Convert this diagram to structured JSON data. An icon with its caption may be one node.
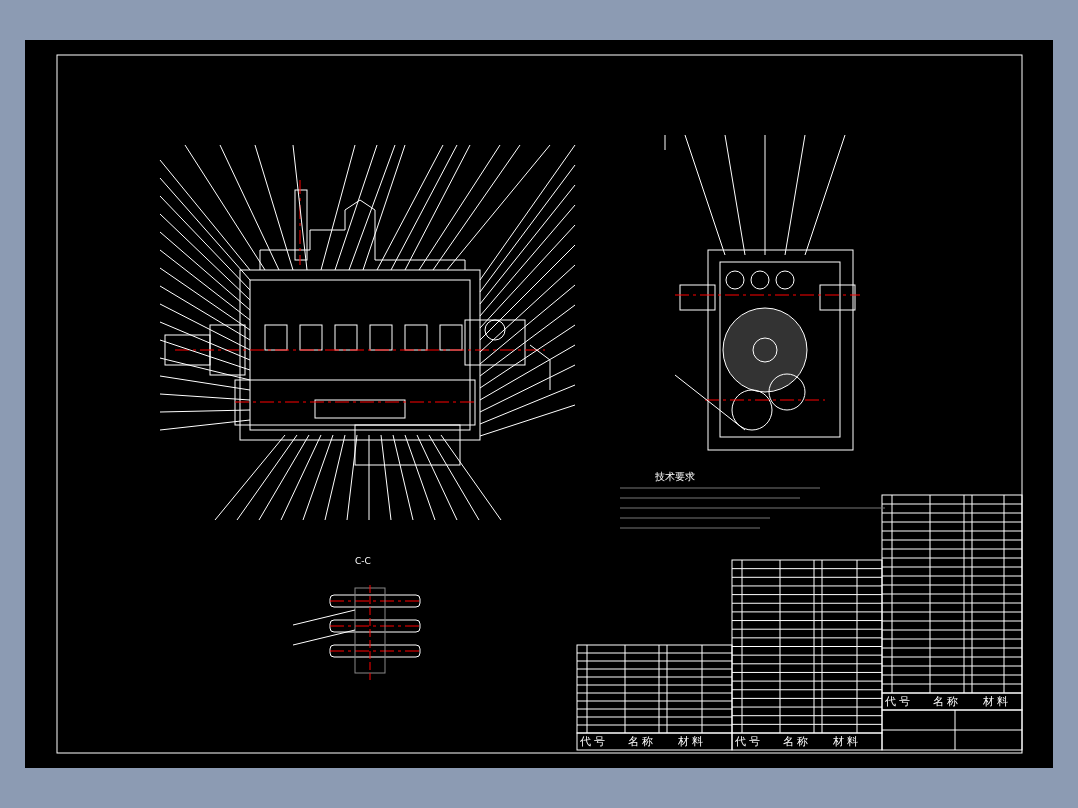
{
  "diagram": {
    "labels": [
      "C-C",
      "技术要求",
      "代 号",
      "名 称",
      "材 料",
      "代 号",
      "名 称",
      "材 料",
      "代 号",
      "名 称",
      "材 料"
    ]
  }
}
